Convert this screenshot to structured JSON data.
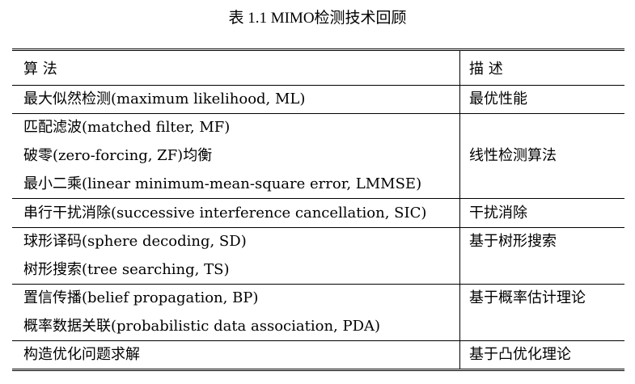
{
  "caption": "表 1.1  MIMO检测技术回顾",
  "header": {
    "col1": "算 法",
    "col2": "描 述"
  },
  "rows": [
    {
      "algorithms": [
        "最大似然检测(maximum likelihood, ML)"
      ],
      "description": "最优性能"
    },
    {
      "algorithms": [
        "匹配滤波(matched filter, MF)",
        "破零(zero-forcing, ZF)均衡",
        "最小二乘(linear minimum-mean-square error, LMMSE)"
      ],
      "description": "线性检测算法"
    },
    {
      "algorithms": [
        "串行干扰消除(successive interference cancellation, SIC)"
      ],
      "description": "干扰消除"
    },
    {
      "algorithms": [
        "球形译码(sphere decoding, SD)",
        "树形搜索(tree searching, TS)"
      ],
      "description": "基于树形搜索"
    },
    {
      "algorithms": [
        "置信传播(belief propagation, BP)",
        "概率数据关联(probabilistic data association, PDA)"
      ],
      "description": "基于概率估计理论"
    },
    {
      "algorithms": [
        "构造优化问题求解"
      ],
      "description": "基于凸优化理论"
    }
  ]
}
